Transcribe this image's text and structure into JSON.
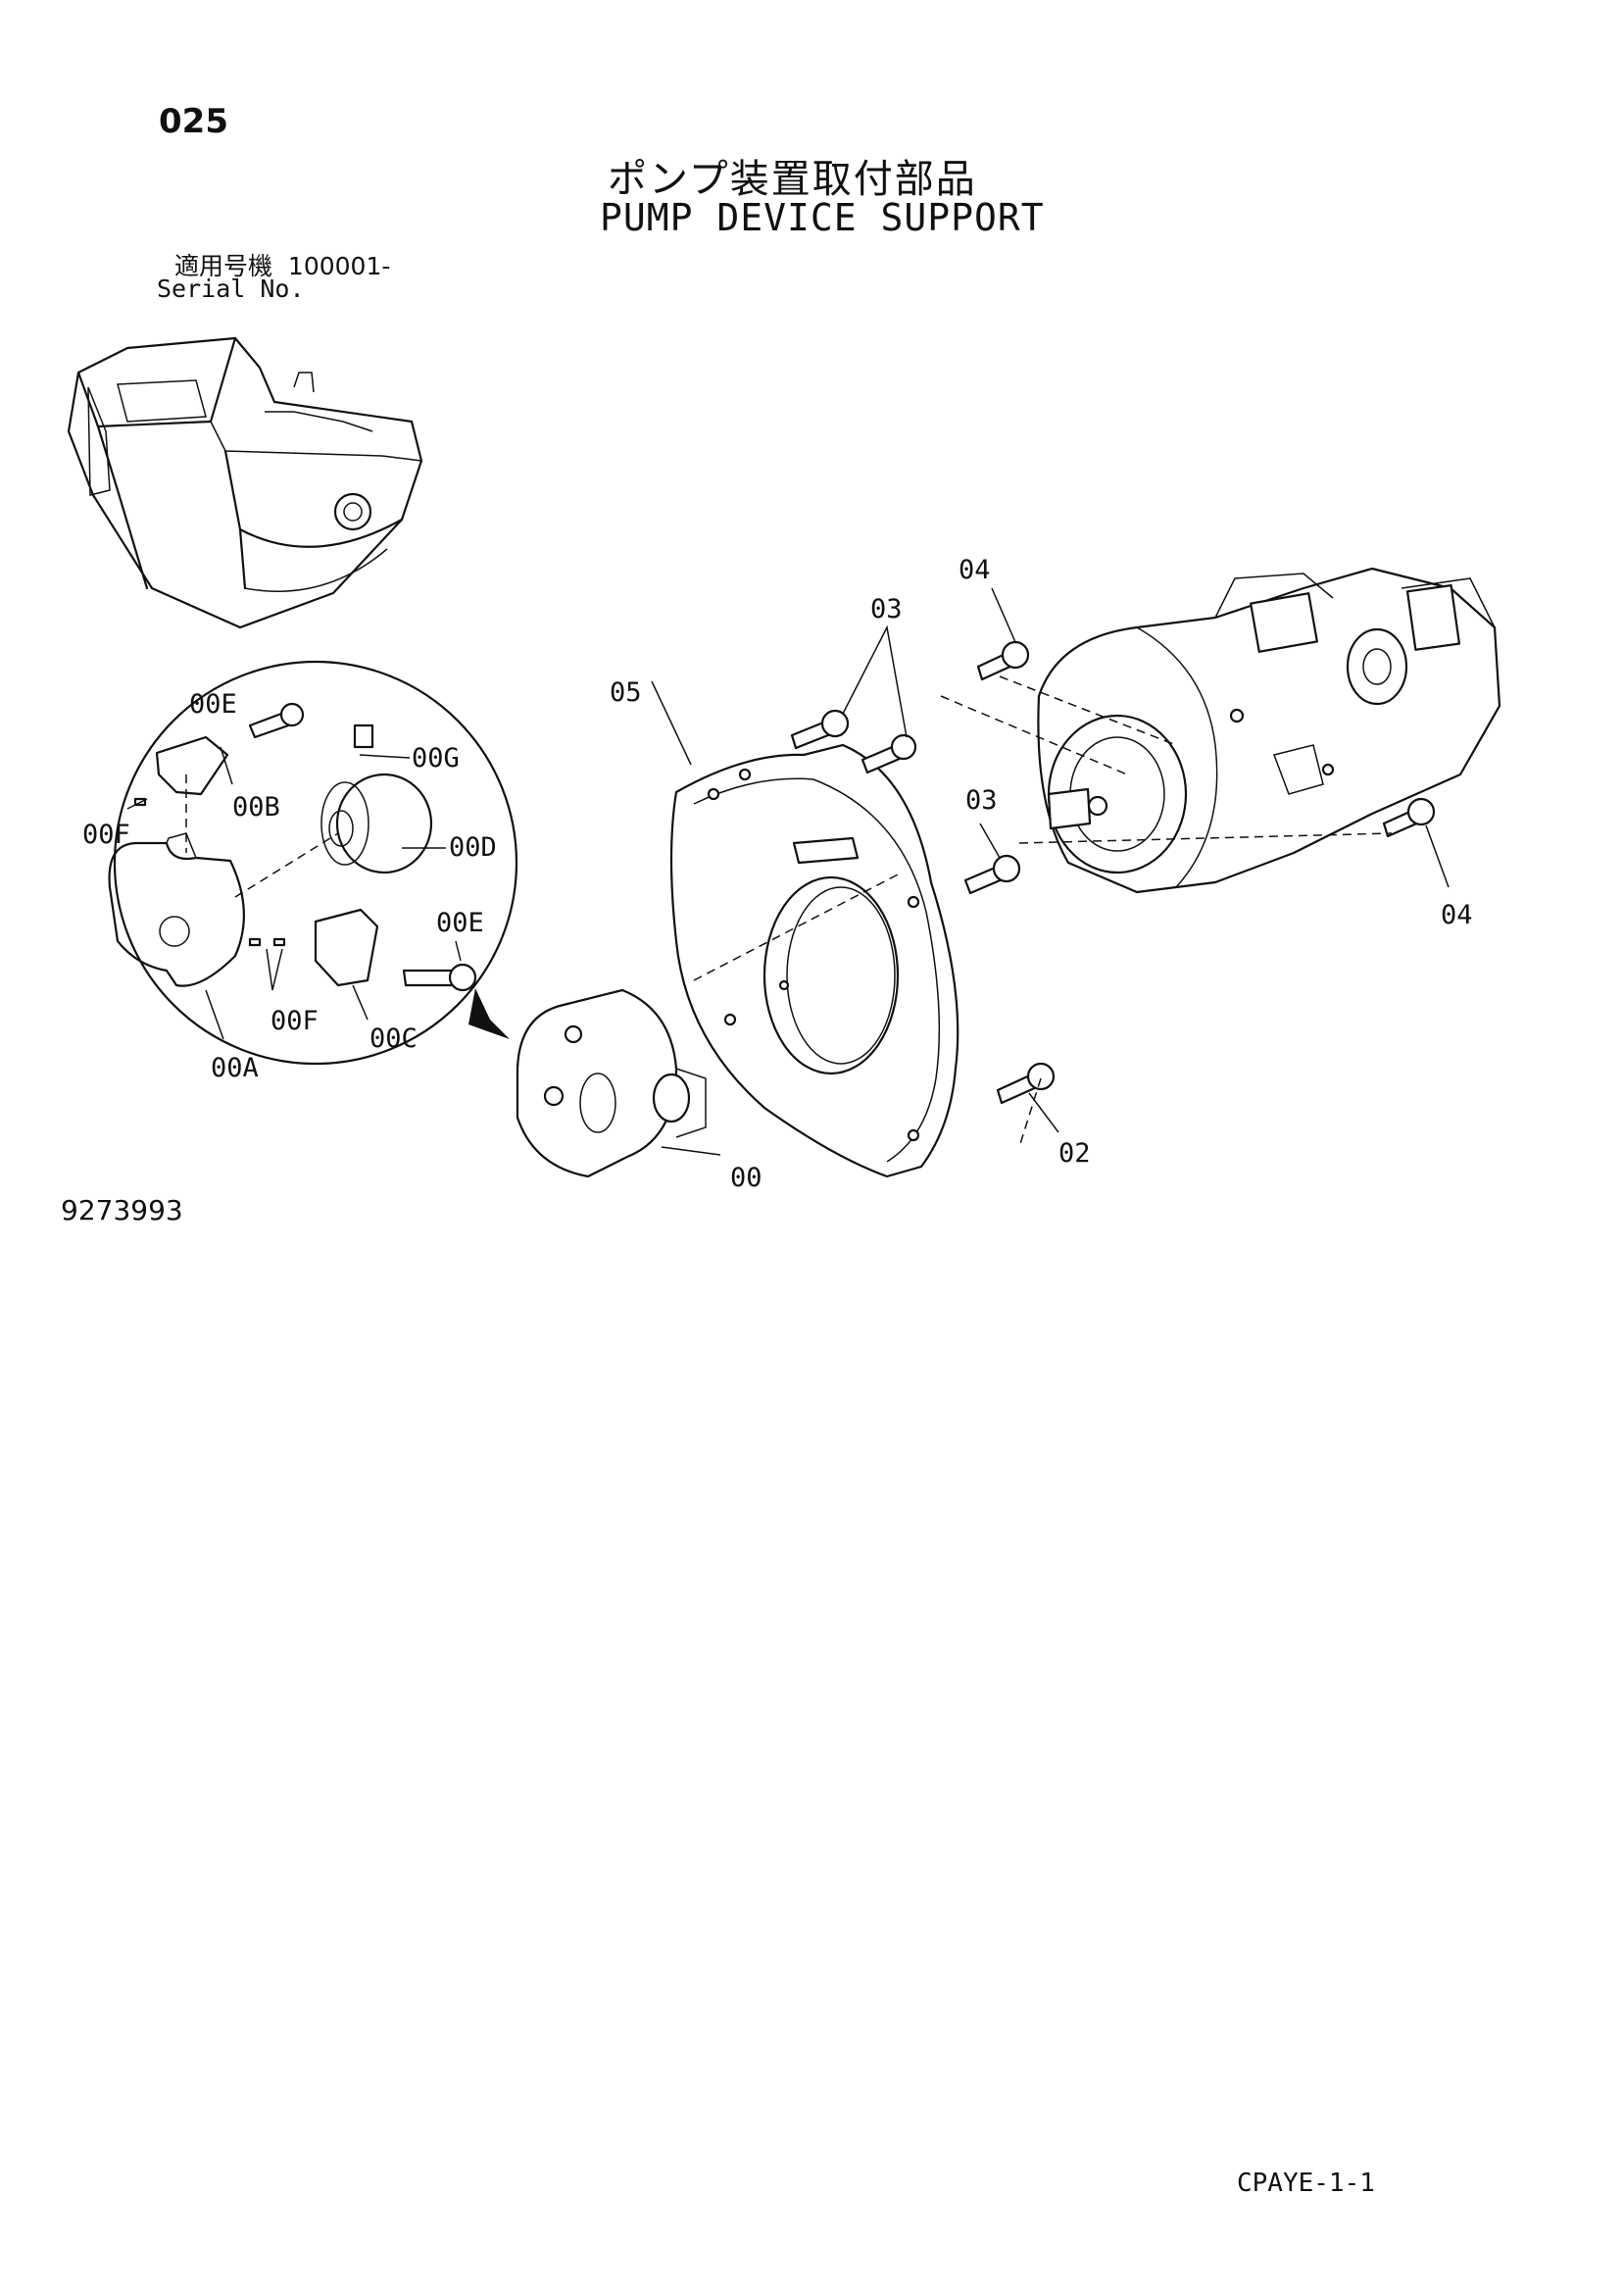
{
  "page_number": "025",
  "title_jp": "ポンプ装置取付部品",
  "title_en": "PUMP DEVICE SUPPORT",
  "serial": {
    "label_jp": "適用号機",
    "value": "100001-",
    "label_en": "Serial No."
  },
  "drawing_number": "9273993",
  "sheet_code": "CPAYE-1-1",
  "callouts": {
    "c00": "00",
    "c00A": "00A",
    "c00B": "00B",
    "c00C": "00C",
    "c00D": "00D",
    "c00E_top": "00E",
    "c00E_mid": "00E",
    "c00F_left": "00F",
    "c00F_bottom": "00F",
    "c00G": "00G",
    "c02": "02",
    "c03_top": "03",
    "c03_mid": "03",
    "c04_top": "04",
    "c04_right": "04",
    "c05": "05"
  }
}
